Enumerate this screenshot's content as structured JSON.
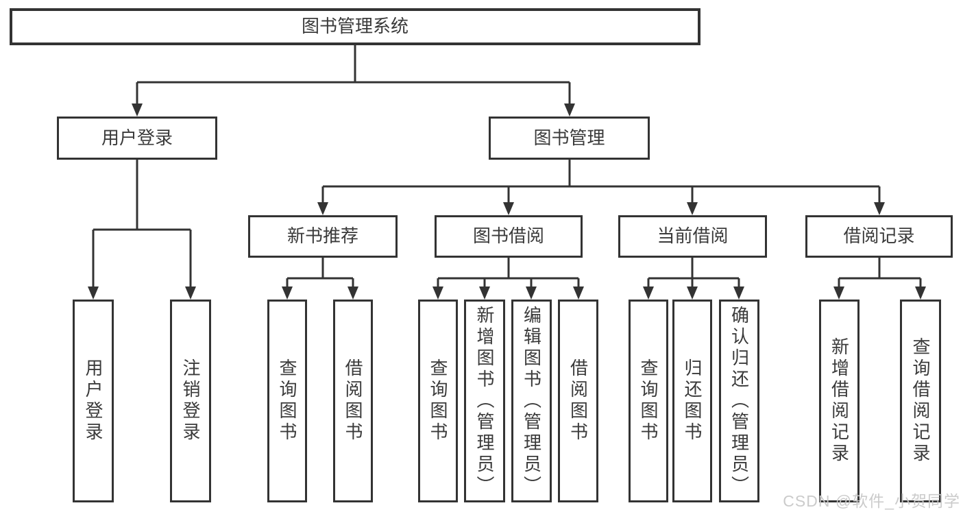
{
  "diagram": {
    "type": "hierarchy-tree",
    "nodes": {
      "root": "图书管理系统",
      "level2": [
        "用户登录",
        "图书管理"
      ],
      "level3": [
        "新书推荐",
        "图书借阅",
        "当前借阅",
        "借阅记录"
      ],
      "leaves": [
        "用户登录",
        "注销登录",
        "查询图书",
        "借阅图书",
        "查询图书",
        "新增图书（管理员）",
        "编辑图书（管理员）",
        "借阅图书",
        "查询图书",
        "归还图书",
        "确认归还（管理员）",
        "新增借阅记录",
        "查询借阅记录"
      ]
    },
    "colors": {
      "line": "#333333",
      "text": "#3a3a3a",
      "background": "#ffffff",
      "watermark": "#c9c9c9"
    }
  },
  "watermark": "CSDN @软件_小贺同学"
}
